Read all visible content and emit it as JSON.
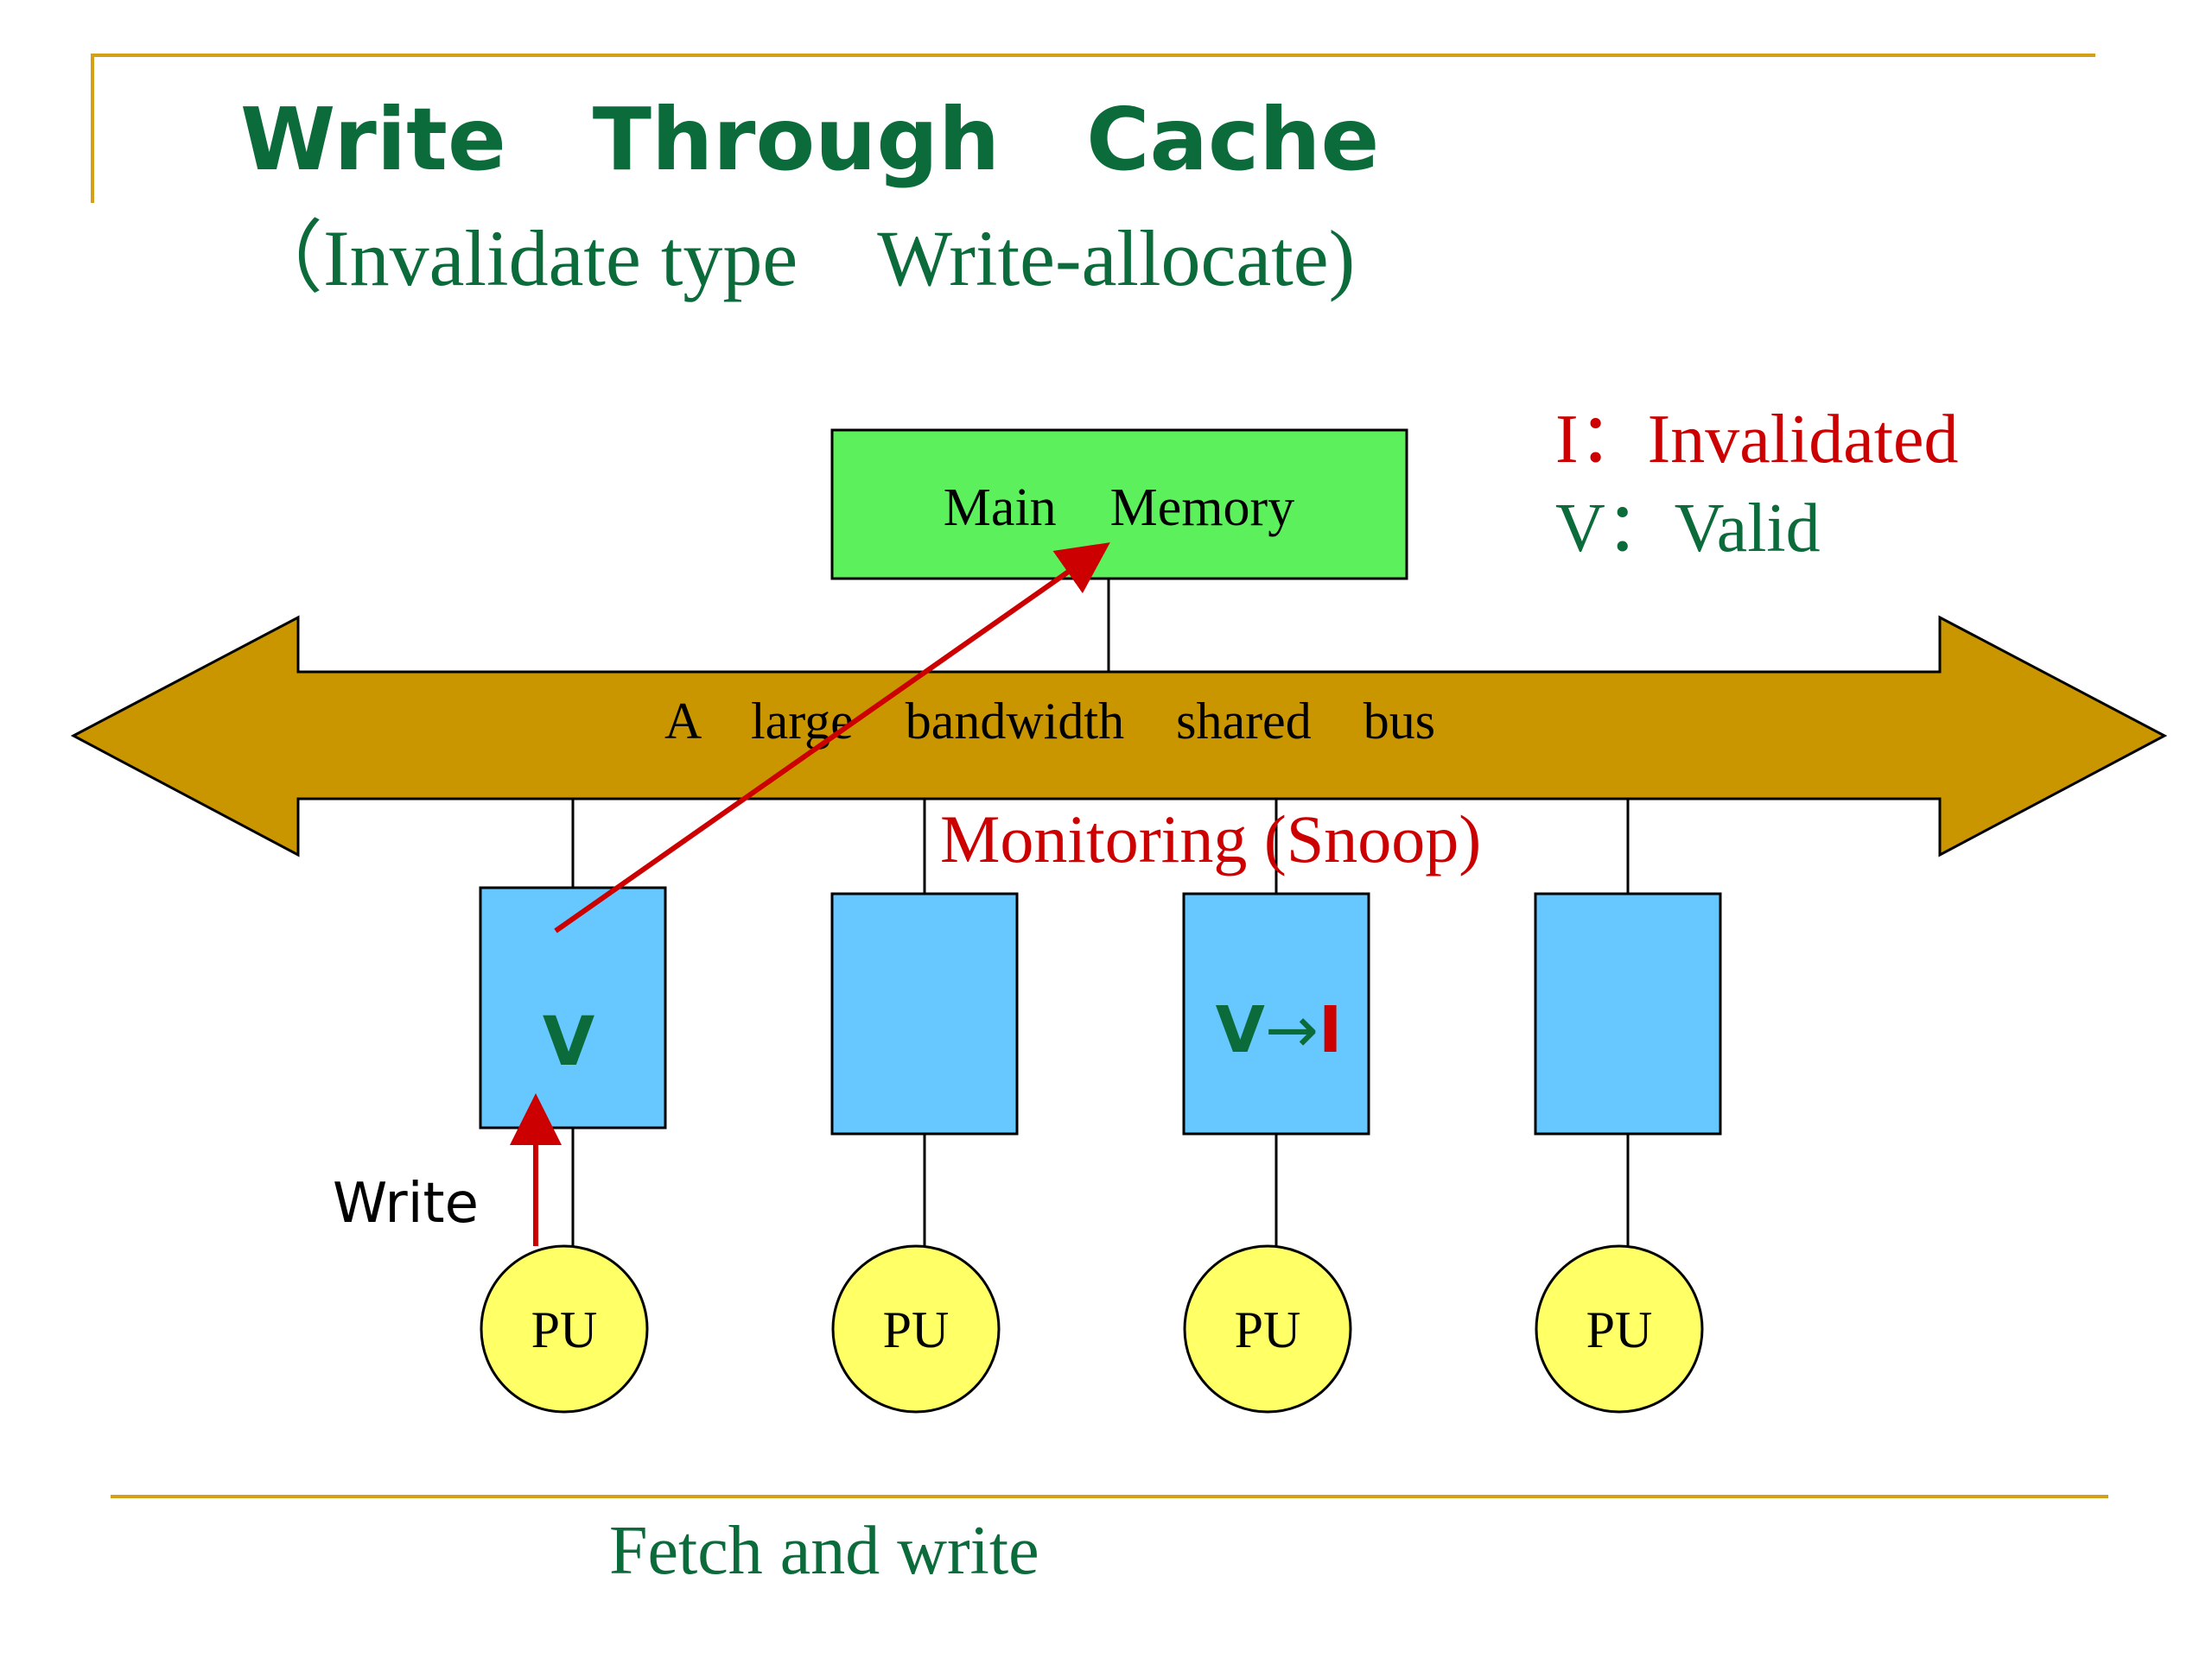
{
  "slide": {
    "title": "Write　Through　Cache",
    "subtitle": "（Invalidate type　Write-allocate)",
    "footer": "Fetch and write"
  },
  "legend": {
    "invalidated_key": "I",
    "invalidated_sep": "：",
    "invalidated_text": "Invalidated",
    "valid_key": "V",
    "valid_sep": "：",
    "valid_text": "Valid"
  },
  "memory": {
    "label": "Main　Memory"
  },
  "bus": {
    "label": "A　large　bandwidth　shared　bus"
  },
  "snoop": {
    "label": "Monitoring (Snoop)"
  },
  "caches": [
    {
      "state": "V",
      "arrow": "",
      "new_state": ""
    },
    {
      "state": "",
      "arrow": "",
      "new_state": ""
    },
    {
      "state": "V",
      "arrow": "→",
      "new_state": "I"
    },
    {
      "state": "",
      "arrow": "",
      "new_state": ""
    }
  ],
  "pus": [
    {
      "label": "PU"
    },
    {
      "label": "PU"
    },
    {
      "label": "PU"
    },
    {
      "label": "PU"
    }
  ],
  "write_label": "Write",
  "colors": {
    "title_green": "#0b6b3a",
    "accent_red": "#cc0000",
    "rule_gold": "#d4a017",
    "bus_fill": "#c99600",
    "memory_fill": "#5cf05c",
    "cache_fill": "#66c8ff",
    "pu_fill": "#ffff66"
  }
}
